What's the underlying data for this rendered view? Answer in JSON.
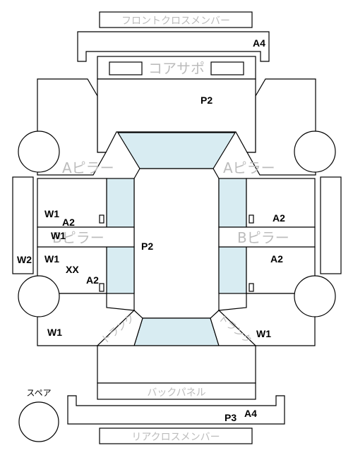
{
  "parts": {
    "front_cross_member": "フロントクロスメンバー",
    "core_support": "コアサポ",
    "a_pillar_left": "Aピラー",
    "a_pillar_right": "Aピラー",
    "b_pillar_left": "Bピラー",
    "b_pillar_right": "Bピラー",
    "back_panel": "バックパネル",
    "rear_cross_member": "リアクロスメンバー",
    "spare": "スペア",
    "trunk_left": "トランク",
    "trunk_right": "トランク"
  },
  "codes": {
    "front_member": "A4",
    "core_area": "P2",
    "cabin": "P2",
    "left_upper_w1": "W1",
    "left_upper_a2": "A2",
    "left_bpillar_w1": "W1",
    "left_rocker_w2": "W2",
    "left_lower_w1": "W1",
    "left_lower_xx": "XX",
    "left_lower_a2": "A2",
    "left_rear_w1": "W1",
    "right_upper_a2": "A2",
    "right_lower_a2": "A2",
    "right_rear_w1": "W1",
    "rear_p3": "P3",
    "rear_a4": "A4"
  },
  "colors": {
    "glass": "#d8ecf2",
    "outline": "#000000",
    "part_label": "#bcbcbc"
  }
}
